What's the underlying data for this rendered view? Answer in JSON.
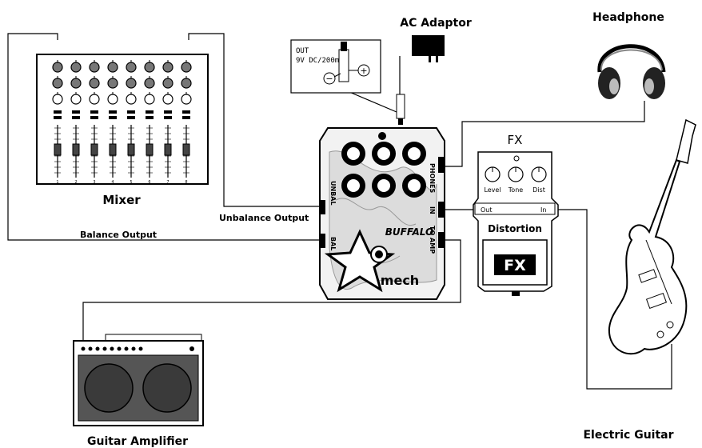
{
  "labels": {
    "ac_adaptor": "AC Adaptor",
    "headphone": "Headphone",
    "mixer": "Mixer",
    "fx": "FX",
    "unbalance_output": "Unbalance Output",
    "balance_output": "Balance Output",
    "electric_guitar": "Electric Guitar",
    "guitar_amplifier": "Guitar Amplifier"
  },
  "adaptor_box": {
    "line1": "OUT",
    "line2": "9V DC/200mA",
    "minus": "−",
    "plus": "+"
  },
  "mixer_channels": [
    "1",
    "2",
    "3",
    "4",
    "5",
    "6",
    "7",
    "8"
  ],
  "pedal": {
    "brand": "BUFFALO",
    "maker": "mech",
    "jack_phones": "PHONES",
    "jack_in": "IN",
    "jack_to_amp": "TO AMP",
    "jack_unbal": "UNBAL",
    "jack_bal": "BAL"
  },
  "fx_pedal": {
    "knobs": [
      "Level",
      "Tone",
      "Dist"
    ],
    "out": "Out",
    "in": "In",
    "name": "Distortion",
    "logo": "FX"
  },
  "colors": {
    "line": "#000000",
    "amp_grille": "#555555",
    "amp_speaker": "#3a3a3a",
    "pedal_fill": "#f2f2f2",
    "camo": "#dcdcdc"
  }
}
